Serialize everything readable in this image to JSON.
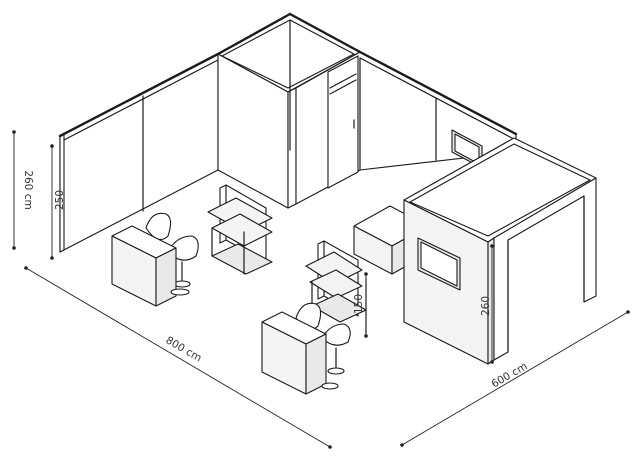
{
  "dimensions": {
    "width_total": "800 cm",
    "depth_total": "600 cm",
    "wall_height": "260 cm",
    "panel_height": "250",
    "booth_height": "260",
    "shelf_height": "150"
  }
}
